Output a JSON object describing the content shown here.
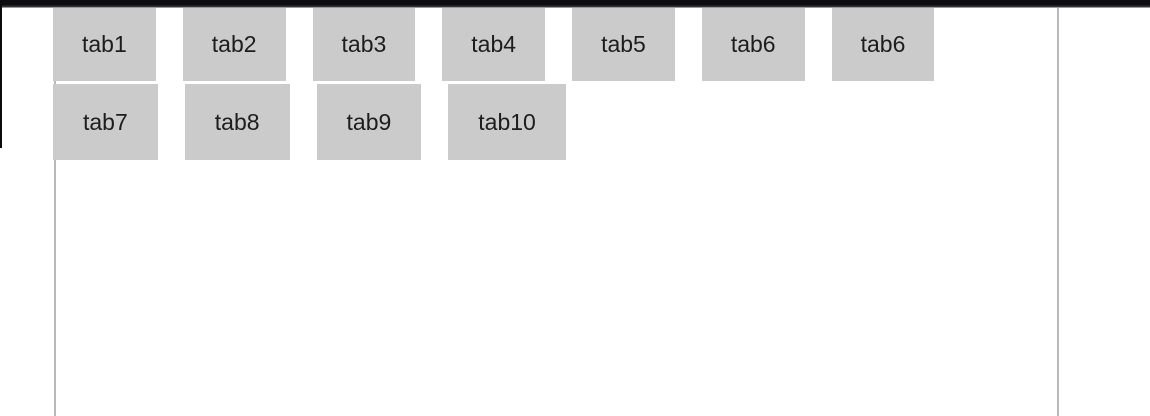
{
  "colors": {
    "tab_bg": "#cbcbcb",
    "tab_text": "#1d1d1d",
    "panel_border": "#b9b9b9",
    "topbar_dark": "#0d0d11"
  },
  "tab_widget": {
    "rows": [
      {
        "name": "row-1",
        "tabs": [
          {
            "label": "tab1"
          },
          {
            "label": "tab2"
          },
          {
            "label": "tab3"
          },
          {
            "label": "tab4"
          },
          {
            "label": "tab5"
          },
          {
            "label": "tab6"
          },
          {
            "label": "tab6"
          }
        ]
      },
      {
        "name": "row-2",
        "tabs": [
          {
            "label": "tab7"
          },
          {
            "label": "tab8"
          },
          {
            "label": "tab9"
          },
          {
            "label": "tab10"
          }
        ]
      }
    ]
  }
}
